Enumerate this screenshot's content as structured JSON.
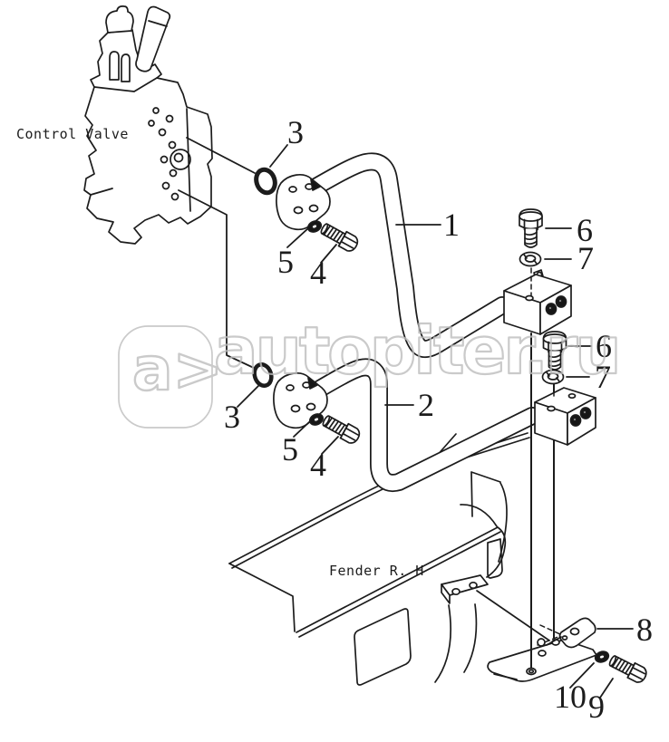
{
  "page": {
    "background": "#ffffff",
    "line_color": "#1c1c1c"
  },
  "labels": {
    "control_valve": "Control Valve",
    "fender": "Fender R. H"
  },
  "callouts": {
    "n1": "1",
    "n2": "2",
    "n3_upper": "3",
    "n3_lower": "3",
    "n4_upper": "4",
    "n4_lower": "4",
    "n5_upper": "5",
    "n5_lower": "5",
    "n6_upper": "6",
    "n6_lower": "6",
    "n7_upper": "7",
    "n7_lower": "7",
    "n8": "8",
    "n9": "9",
    "n10": "10"
  },
  "watermark": {
    "logo": "a>",
    "text": "autopiter.ru",
    "color": "#bdbdbd"
  }
}
